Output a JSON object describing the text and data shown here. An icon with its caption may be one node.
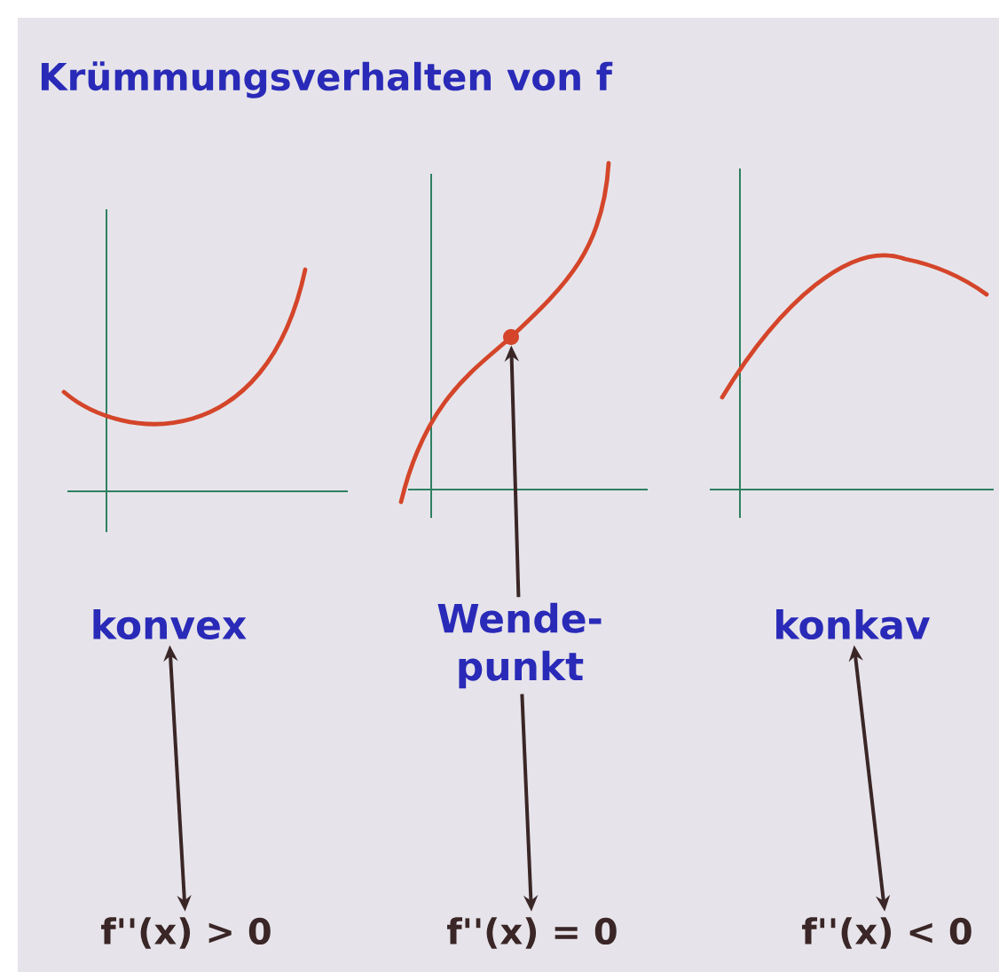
{
  "diagram": {
    "title": "Krümmungsverhalten von f",
    "nodes": [
      {
        "text": [
          "konvex"
        ]
      },
      {
        "text": [
          "Wende- punkt"
        ]
      },
      {
        "text": [
          "konkav"
        ]
      },
      {
        "text": [
          "f''(x) > 0"
        ]
      },
      {
        "text": [
          "f''(x) = 0"
        ]
      },
      {
        "text": [
          "f''(x) < 0"
        ]
      },
      {
        "text": [],
        "shape": "circle"
      }
    ],
    "edges": [
      {
        "from": 1,
        "to": 6,
        "arrow": "to"
      },
      {
        "from": 0,
        "to": 3,
        "arrow": "both"
      },
      {
        "from": 1,
        "to": 4,
        "arrow": "to"
      },
      {
        "from": 2,
        "to": 5,
        "arrow": "both"
      }
    ]
  }
}
